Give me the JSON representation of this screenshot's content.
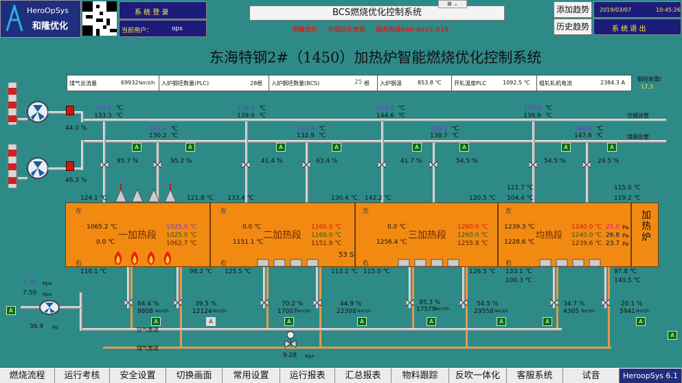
{
  "header": {
    "logo_text_en": "HeroOpSys",
    "logo_text_cn": "和隆优化",
    "login_label": "系 统 登 录",
    "user_label": "当前用户：",
    "user_value": "ops",
    "app_title": "BCS燃烧优化控制系统",
    "slogan_1": "和隆优化",
    "slogan_2": "中国优化专家",
    "slogan_3": "服务热线400-8811-519",
    "add_trend": "添加趋势",
    "history_trend": "历史趋势",
    "date": "2019/03/07",
    "time": "10:45:26",
    "exit": "系 统 退 出"
  },
  "main_title": "东海特钢2#（1450）加热炉智能燃烧优化控制系统",
  "info": {
    "gas_total_label": "煤气总流量",
    "gas_total_value": "69932",
    "gas_total_unit": "Nm3/h",
    "plc_count_label": "入炉钢坯数量(PLC)",
    "plc_count_value": "28根",
    "bcs_count_label": "入炉钢坯数量(BCS)",
    "bcs_count_value": "25",
    "bcs_count_unit": "根",
    "steel_temp_label": "入炉钢温",
    "steel_temp_value": "853.8 ℃",
    "roll_temp_label": "开轧温度PLC",
    "roll_temp_value": "1092.5 ℃",
    "mill_current_label": "粗轧轧机电流",
    "mill_current_value": "2384.3 A",
    "billet_weight_label": "钢坯单重t",
    "billet_weight_value": "17.3"
  },
  "pipes": {
    "air_main": "空烟总管",
    "gas_main": "煤烟总管",
    "air_pipe": "空气管道",
    "gas_pipe": "煤气管道"
  },
  "left": {
    "fan1_pct": "44.0 %",
    "fan2_pct": "46.3 %",
    "pressure1": "7.80",
    "pressure2": "7.50",
    "kpa": "Kpa",
    "hz_value": "36.9",
    "hz_unit": "Hz",
    "gas_pressure": "9.28",
    "gas_pressure_unit": "Kpa",
    "gas_flow_53": "53 S"
  },
  "top_temps": [
    {
      "sp": "132.9",
      "pv": "133.3",
      "unit": "℃"
    },
    {
      "sp": "138.8",
      "pv": "139.0",
      "unit": "℃"
    },
    {
      "sp": "144.8",
      "pv": "144.6",
      "unit": "℃"
    },
    {
      "sp": "139.8",
      "pv": "139.9",
      "unit": "℃"
    }
  ],
  "mid_temps": [
    {
      "sp": "131.0",
      "pv": "130.2",
      "unit": "℃"
    },
    {
      "sp": "133.9",
      "pv": "132.9",
      "unit": "℃"
    },
    {
      "sp": "139.1",
      "pv": "138.7",
      "unit": "℃"
    },
    {
      "sp": "146.6",
      "pv": "147.6",
      "unit": "℃"
    }
  ],
  "valves_top": [
    "95.7 %",
    "95.2 %",
    "41.4 %",
    "63.4 %",
    "41.7 %",
    "54.5 %",
    "54.5 %",
    "29.5 %"
  ],
  "upper_side_temps": [
    "124.1 ℃",
    "121.8 ℃",
    "133.4 ℃",
    "130.4 ℃",
    "142.2 ℃",
    "120.5 ℃",
    "121.7 ℃",
    "104.4 ℃",
    "115.0 ℃",
    "119.2 ℃"
  ],
  "lower_side_temps": [
    "116.1 ℃",
    "98.2 ℃",
    "125.5 ℃",
    "113.2 ℃",
    "115.0 ℃",
    "126.5 ℃",
    "133.1 ℃",
    "100.3 ℃",
    "97.8 ℃",
    "140.5 ℃"
  ],
  "segments": [
    {
      "name": "一加热段",
      "left": "左",
      "right": "右",
      "v1": "1065.2 ℃",
      "v2": "0.0 ℃",
      "sp": "1025.0 ℃",
      "pv1": "1025.0 ℃",
      "pv2": "1062.7 ℃"
    },
    {
      "name": "二加热段",
      "left": "左",
      "right": "右",
      "v1": "0.0 ℃",
      "v2": "1151.1 ℃",
      "sp": "1160.0 ℃",
      "pv1": "1160.0 ℃",
      "pv2": "1151.9 ℃"
    },
    {
      "name": "三加热段",
      "left": "左",
      "right": "右",
      "v1": "0.0 ℃",
      "v2": "1256.4 ℃",
      "sp": "1260.0 ℃",
      "pv1": "1260.0 ℃",
      "pv2": "1255.8 ℃"
    },
    {
      "name": "均热段",
      "left": "左",
      "right": "右",
      "v1": "1239.3 ℃",
      "v2": "1228.6 ℃",
      "sp": "1240.0 ℃",
      "pv1": "1240.0 ℃",
      "pv2": "1239.6 ℃"
    }
  ],
  "pressure_pa": {
    "sp": "25.0",
    "pv1": "26.8",
    "pv2": "23.7",
    "unit": "Pa"
  },
  "furnace_label": "加热炉",
  "bottom_flows": [
    {
      "pct": "64.4 %",
      "flow": "9808",
      "unit": "Nm3/h"
    },
    {
      "pct": "39.5 %",
      "flow": "12124",
      "unit": "Nm3/h"
    },
    {
      "pct": "70.2 %",
      "flow": "17007",
      "unit": "Nm3/h"
    },
    {
      "pct": "44.9 %",
      "flow": "22308",
      "unit": "Nm3/h"
    },
    {
      "pct": "95.3 %",
      "flow": "17579",
      "unit": "Nm3/h"
    },
    {
      "pct": "54.5 %",
      "flow": "29558",
      "unit": "Nm3/h"
    },
    {
      "pct": "34.7 %",
      "flow": "4305",
      "unit": "Nm3/h"
    },
    {
      "pct": "20.1 %",
      "flow": "5941",
      "unit": "Nm3/h"
    }
  ],
  "a_label": "A",
  "nav": [
    "燃烧流程",
    "运行考核",
    "安全设置",
    "切换画面",
    "常用设置",
    "运行报表",
    "汇总报表",
    "物料跟踪",
    "反吹一体化",
    "客服系统",
    "试音",
    "HeroopSys 6.1"
  ],
  "colors": {
    "bg": "#2e8a87",
    "furnace": "#f28a12",
    "nav_blue": "#1c1c7a",
    "accent_green": "#0b6d10"
  }
}
